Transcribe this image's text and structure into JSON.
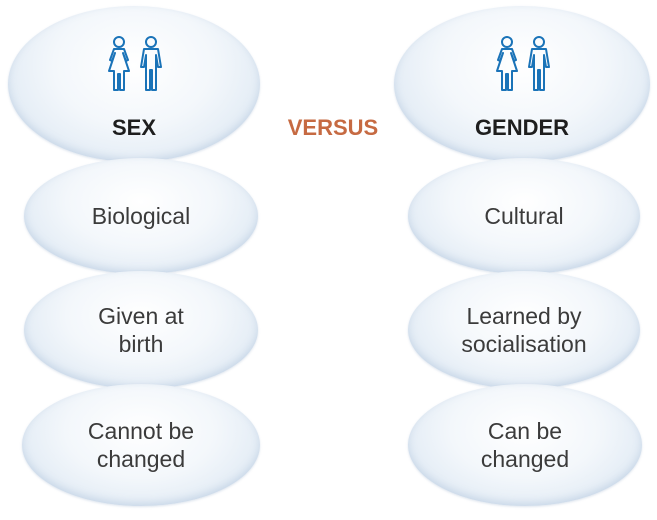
{
  "left": {
    "title": "SEX",
    "items": [
      "Biological",
      "Given at birth",
      "Cannot be changed"
    ],
    "items_lines": [
      [
        "Biological"
      ],
      [
        "Given at",
        "birth"
      ],
      [
        "Cannot be",
        "changed"
      ]
    ]
  },
  "center": {
    "label": "VERSUS"
  },
  "right": {
    "title": "GENDER",
    "items": [
      "Cultural",
      "Learned by socialisation",
      "Can be changed"
    ],
    "items_lines": [
      [
        "Cultural"
      ],
      [
        "Learned by",
        "socialisation"
      ],
      [
        "Can be",
        "changed"
      ]
    ]
  },
  "icons": {
    "female": "female-person-icon",
    "male": "male-person-icon"
  },
  "colors": {
    "icon": "#1a73b8",
    "versus": "#c66a42"
  }
}
